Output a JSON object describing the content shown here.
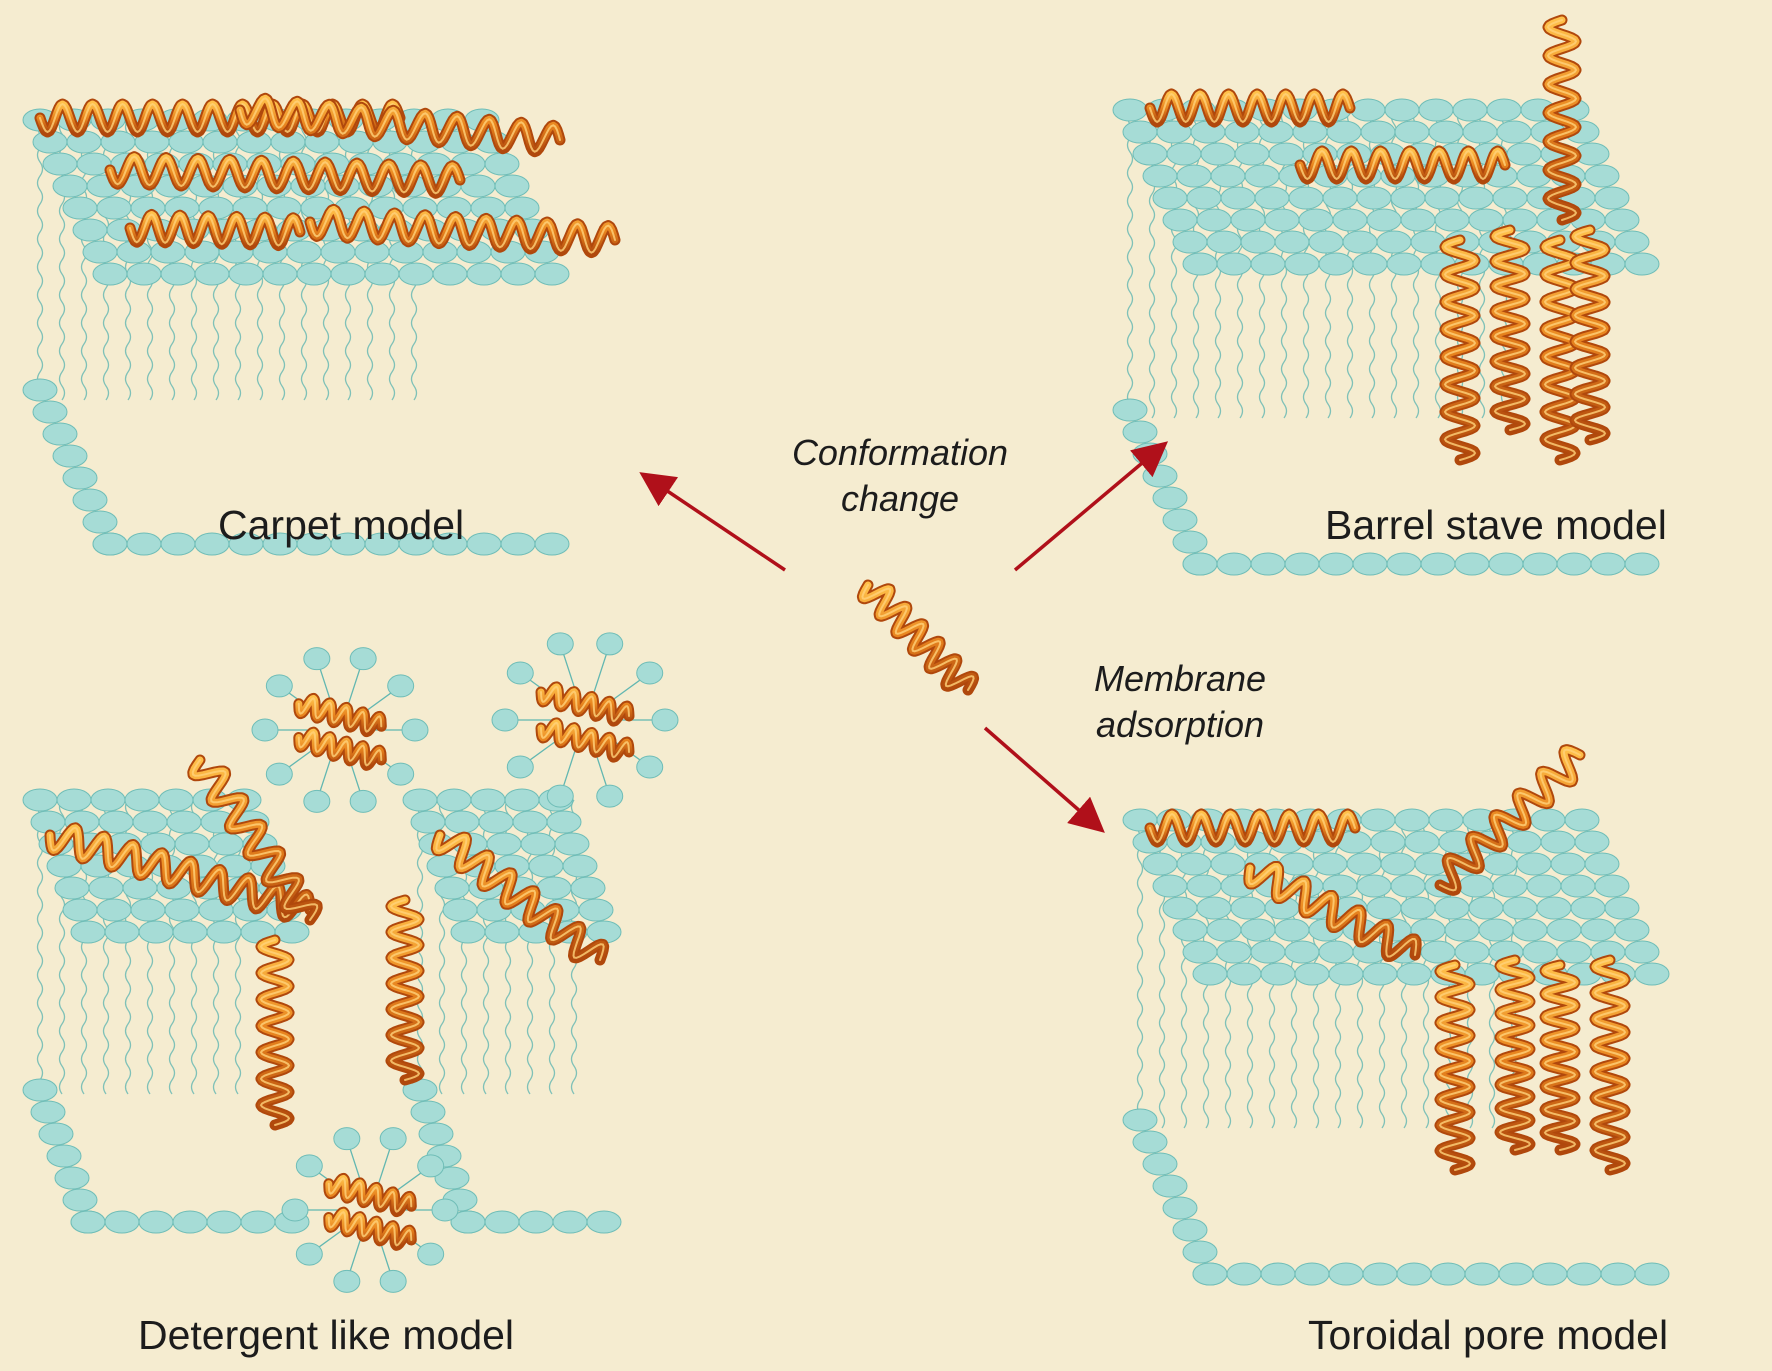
{
  "panels": {
    "carpet": {
      "label": "Carpet model"
    },
    "barrel": {
      "label": "Barrel stave model"
    },
    "detergent": {
      "label": "Detergent like model"
    },
    "toroidal": {
      "label": "Toroidal pore model"
    }
  },
  "arrows": {
    "conformation": {
      "line1": "Conformation",
      "line2": "change"
    },
    "adsorption": {
      "line1": "Membrane",
      "line2": "adsorption"
    }
  },
  "colors": {
    "background": "#f5ecd0",
    "lipid_head": "#a6dcd6",
    "lipid_outline": "#6fbdb7",
    "lipid_tail": "#62b7b1",
    "helix": "#e8841e",
    "helix_dark": "#b0480c",
    "arrow": "#b0101a"
  }
}
